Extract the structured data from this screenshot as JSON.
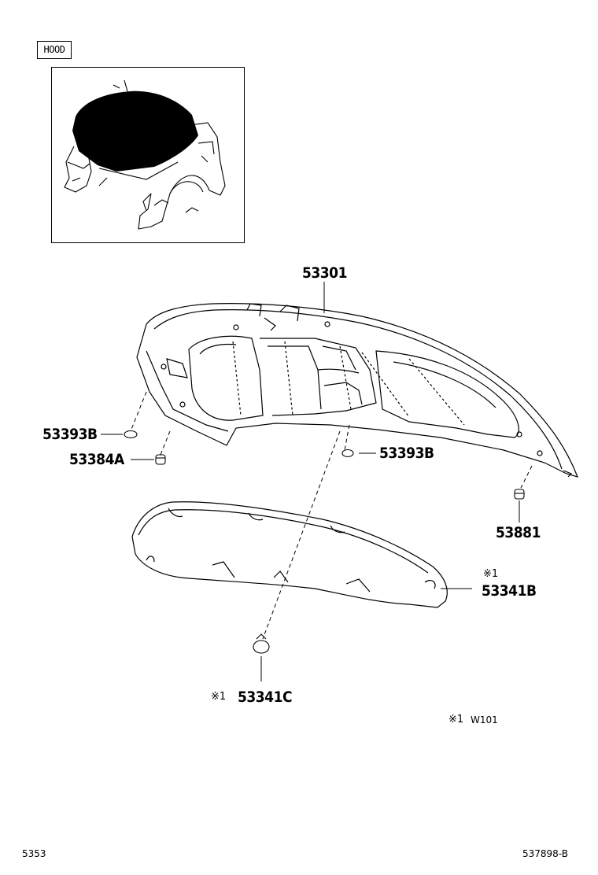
{
  "section_tag": "HOOD",
  "parts": {
    "hood": "53301",
    "cushion_left": "53393B",
    "cushion_center": "53393B",
    "bumper": "53384A",
    "stay_holder": "53881",
    "insulator": "53341B",
    "clip": "53341C"
  },
  "notes": {
    "insulator_mark": "※1",
    "clip_mark": "※1",
    "legend_mark": "※1",
    "legend_code": "W101"
  },
  "footer": {
    "page_code": "5353",
    "diagram_id": "537898-B"
  }
}
